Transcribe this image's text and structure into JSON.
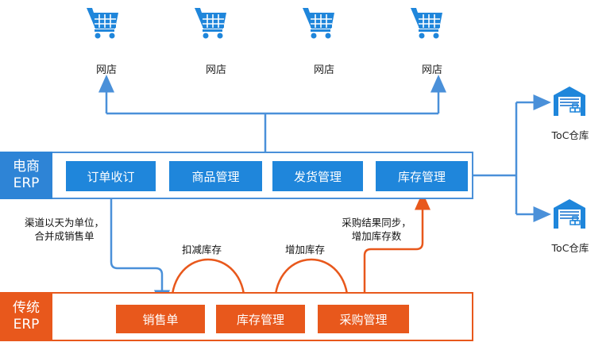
{
  "shops": [
    {
      "label": "网店",
      "icon": "shopping-cart-icon"
    },
    {
      "label": "网店",
      "icon": "shopping-cart-icon"
    },
    {
      "label": "网店",
      "icon": "shopping-cart-icon"
    },
    {
      "label": "网店",
      "icon": "shopping-cart-icon"
    }
  ],
  "ecommerce_erp": {
    "tag_line1": "电商",
    "tag_line2": "ERP",
    "modules": [
      "订单收订",
      "商品管理",
      "发货管理",
      "库存管理"
    ]
  },
  "traditional_erp": {
    "tag_line1": "传统",
    "tag_line2": "ERP",
    "modules": [
      "销售单",
      "库存管理",
      "采购管理"
    ]
  },
  "notes": {
    "daily_line1": "渠道以天为单位，",
    "daily_line2": "合并成销售单",
    "deduct": "扣减库存",
    "increase": "增加库存",
    "sync_line1": "采购结果同步，",
    "sync_line2": "增加库存数"
  },
  "warehouses": [
    {
      "label": "ToC仓库",
      "icon": "warehouse-icon"
    },
    {
      "label": "ToC仓库",
      "icon": "warehouse-icon"
    }
  ],
  "colors": {
    "blue": "#1f86db",
    "line_blue": "#4a90d9",
    "orange": "#e8581c"
  }
}
